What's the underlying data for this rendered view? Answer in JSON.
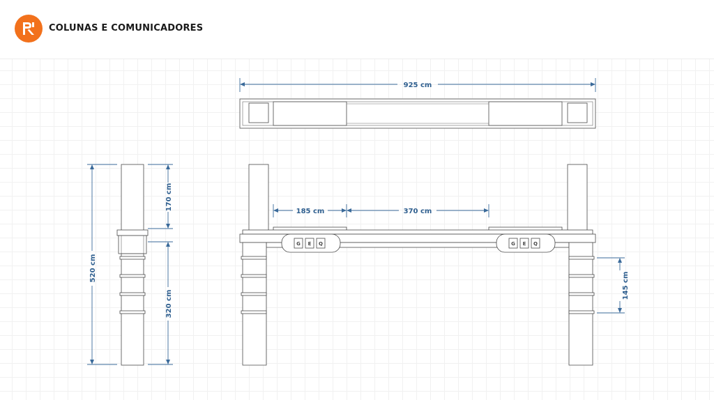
{
  "header": {
    "title": "COLUNAS E COMUNICADORES",
    "logo_icon": "brand-logo-icon",
    "accent_color": "#f2711c"
  },
  "dimensions": {
    "top_width": "925 cm",
    "side_total_height": "520 cm",
    "side_upper": "170 cm",
    "side_lower": "320 cm",
    "front_left_offset": "185 cm",
    "front_center_span": "370 cm",
    "front_right_height": "145 cm"
  },
  "comm_buttons": {
    "left": [
      "G",
      "E",
      "Q"
    ],
    "right": [
      "G",
      "E",
      "Q"
    ]
  },
  "colors": {
    "dimension_line": "#3a6a9a",
    "drawing_line": "#4a4a4a"
  }
}
